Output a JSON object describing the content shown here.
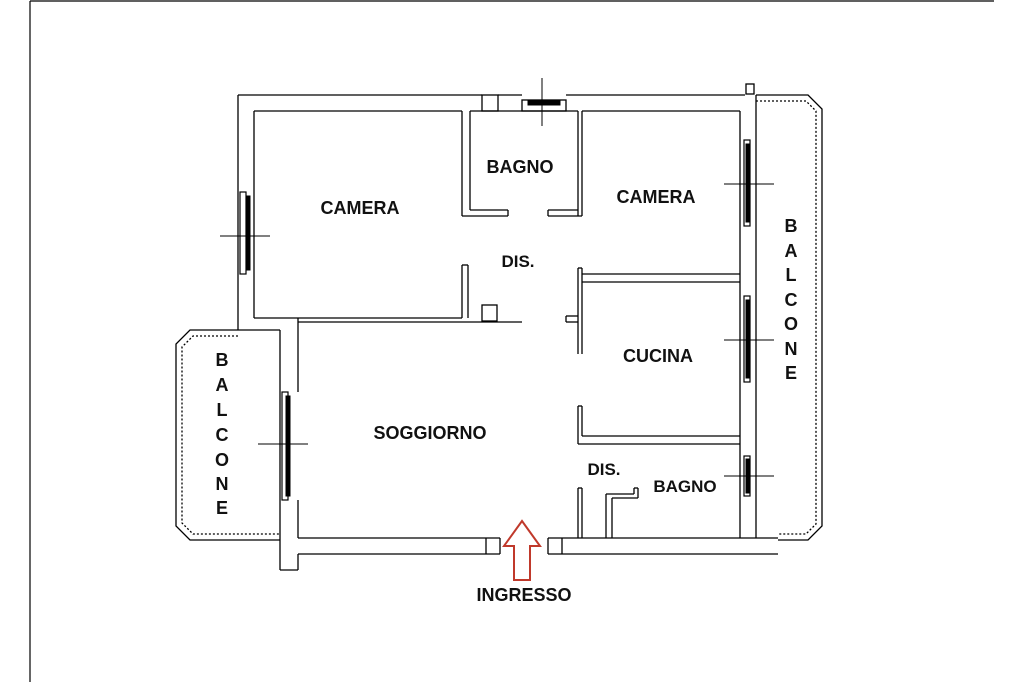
{
  "rooms": {
    "camera_left": "CAMERA",
    "bagno_top": "BAGNO",
    "camera_right": "CAMERA",
    "dis_top": "DIS.",
    "cucina": "CUCINA",
    "soggiorno": "SOGGIORNO",
    "dis_bottom": "DIS.",
    "bagno_bottom": "BAGNO"
  },
  "balconies": {
    "left": [
      "B",
      "A",
      "L",
      "C",
      "O",
      "N",
      "E"
    ],
    "right": [
      "B",
      "A",
      "L",
      "C",
      "O",
      "N",
      "E"
    ]
  },
  "entrance": {
    "label": "INGRESSO",
    "arrow_color": "#c0392b"
  }
}
